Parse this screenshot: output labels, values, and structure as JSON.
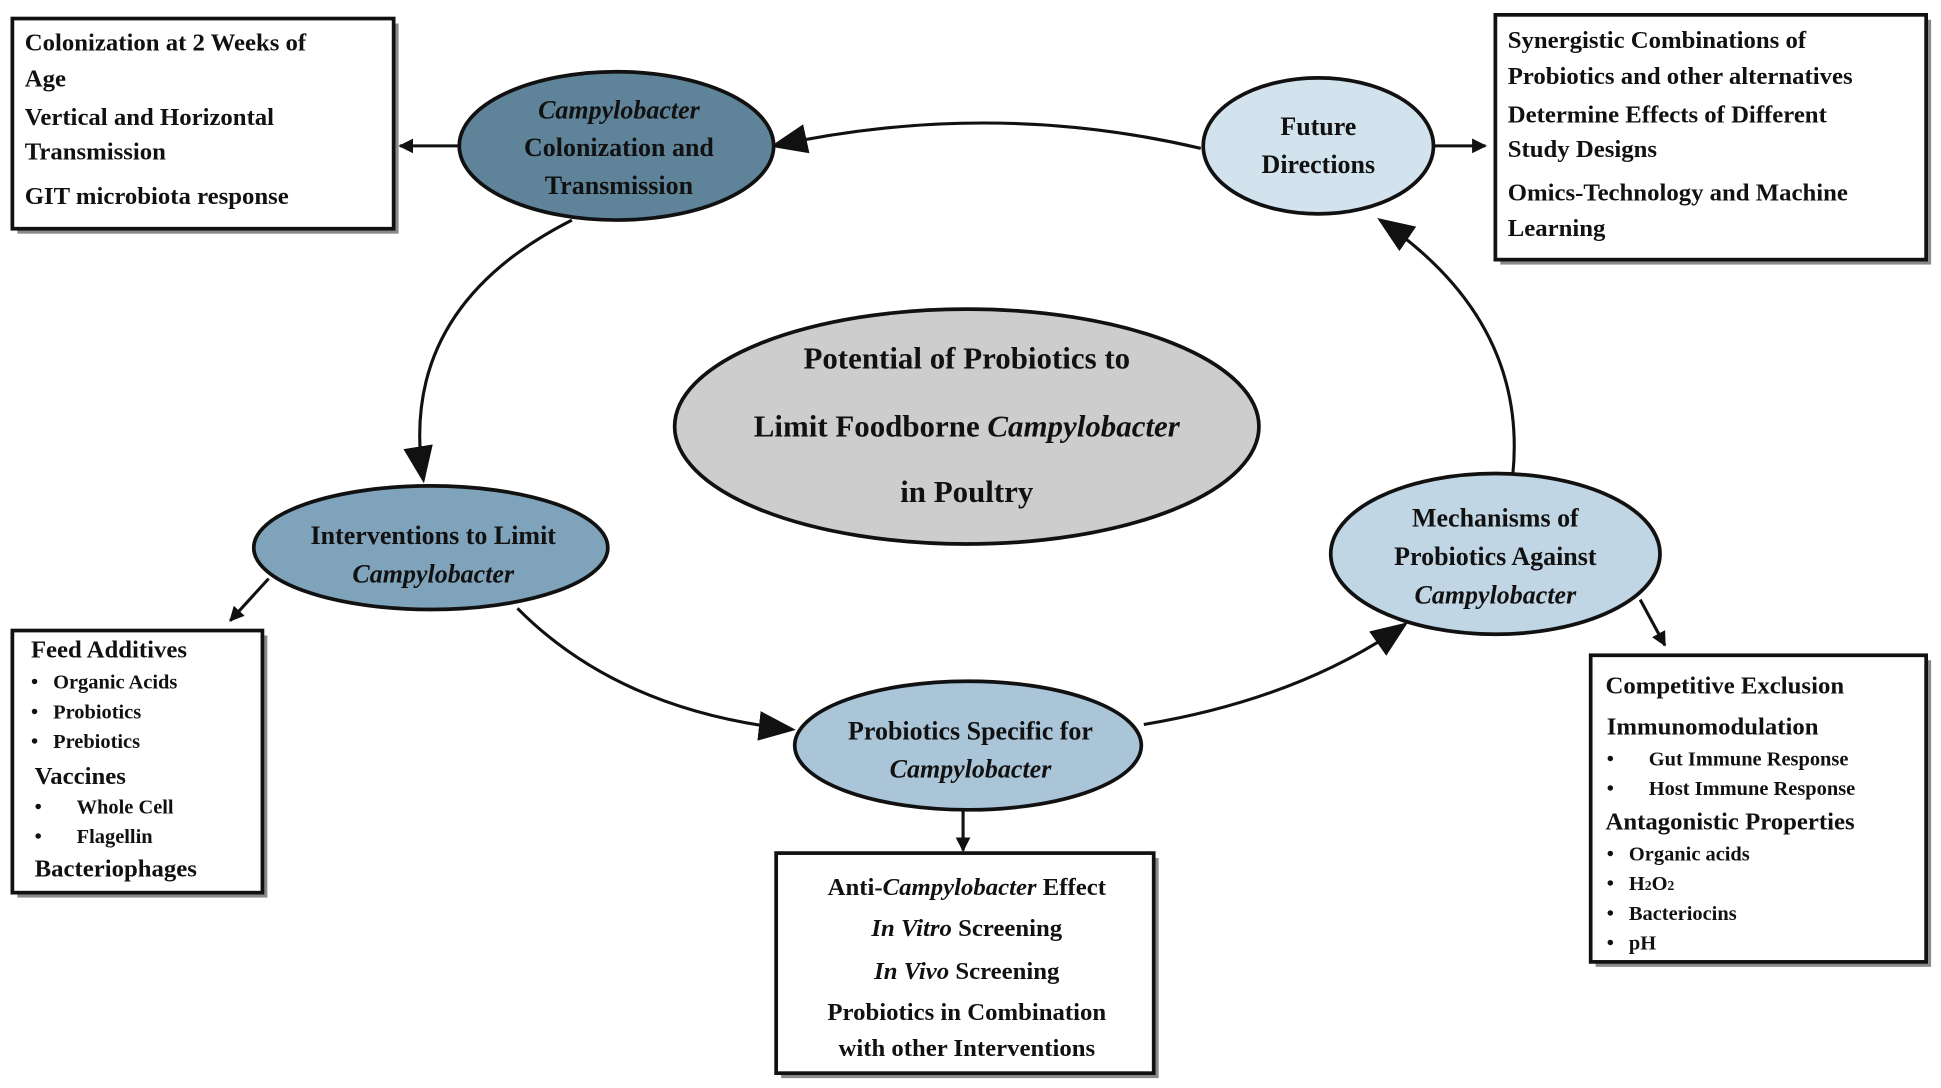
{
  "center": {
    "line1": "Potential of Probiotics to",
    "line2a": "Limit Foodborne ",
    "line2b": "Campylobacter",
    "line3": "in Poultry"
  },
  "nodes": {
    "colonization": {
      "line1": "Campylobacter",
      "line2": "Colonization and",
      "line3": "Transmission"
    },
    "future": {
      "line1": "Future",
      "line2": "Directions"
    },
    "interventions": {
      "line1": "Interventions to Limit",
      "line2": "Campylobacter"
    },
    "probiotics": {
      "line1": "Probiotics Specific for",
      "line2": "Campylobacter"
    },
    "mechanisms": {
      "line1": "Mechanisms of",
      "line2": "Probiotics Against",
      "line3": "Campylobacter"
    }
  },
  "boxes": {
    "colonization": [
      "Colonization at 2 Weeks of",
      "Age",
      "Vertical and Horizontal",
      "Transmission",
      "GIT microbiota response"
    ],
    "future": [
      "Synergistic Combinations of",
      "Probiotics and other alternatives",
      "Determine Effects of Different",
      "Study Designs",
      "Omics-Technology and Machine",
      "Learning"
    ],
    "interventions": {
      "h1": "Feed Additives",
      "feed": [
        "Organic Acids",
        "Probiotics",
        "Prebiotics"
      ],
      "h2": "Vaccines",
      "vaccines": [
        "Whole Cell",
        "Flagellin"
      ],
      "h3": "Bacteriophages"
    },
    "probiotics": {
      "l1a": "Anti-",
      "l1b": "Campylobacter",
      "l1c": " Effect",
      "l2a": "In Vitro",
      "l2b": " Screening",
      "l3a": "In Vivo",
      "l3b": " Screening",
      "l4": "Probiotics in Combination",
      "l5": "with other Interventions"
    },
    "mechanisms": {
      "h1": "Competitive Exclusion",
      "h2": "Immunomodulation",
      "immune": [
        "Gut Immune Response",
        "Host Immune Response"
      ],
      "h3": "Antagonistic Properties",
      "antag_1": "Organic acids",
      "antag_2a": "H",
      "antag_2b": "2",
      "antag_2c": "O",
      "antag_2d": "2",
      "antag_3": "Bacteriocins",
      "antag_4": "pH"
    }
  },
  "colors": {
    "dark": "#5f8399",
    "mid": "#7fa3ba",
    "light": "#aac5d7",
    "lighter": "#c1d6e4",
    "lightest": "#d3e3ee",
    "center": "#cdcdcd"
  }
}
